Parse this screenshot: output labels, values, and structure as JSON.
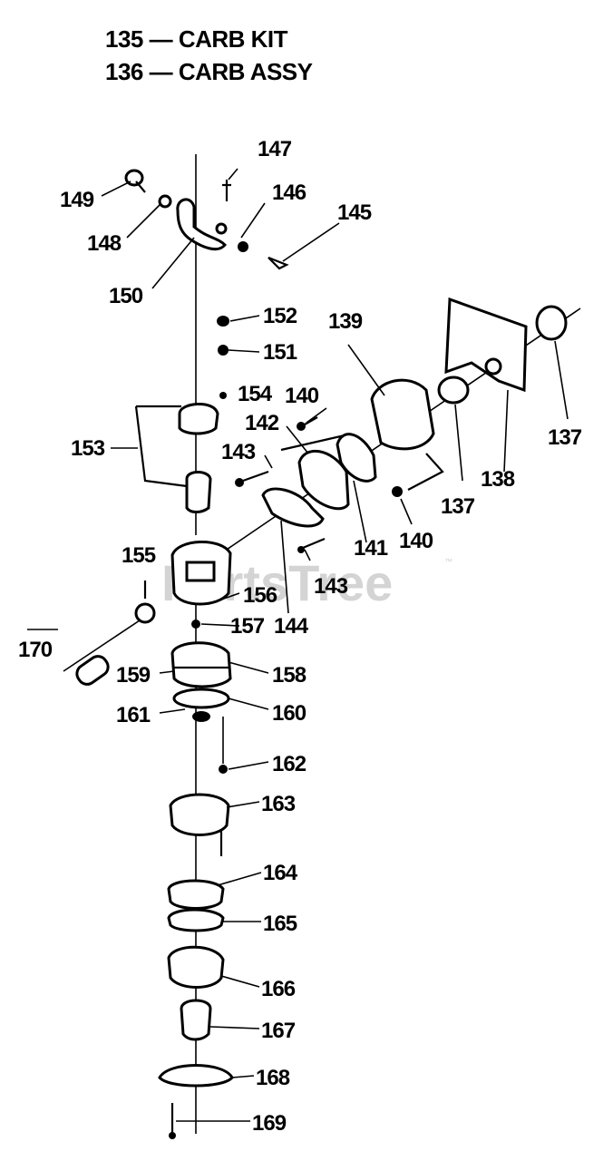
{
  "header": {
    "line1": "135 — CARB KIT",
    "line2": "136 — CARB ASSY"
  },
  "watermark": {
    "text": "PartsTree",
    "tm": "™"
  },
  "labels": [
    "147",
    "149",
    "146",
    "148",
    "145",
    "150",
    "152",
    "151",
    "139",
    "154",
    "140",
    "142",
    "153",
    "143",
    "137",
    "138",
    "137",
    "140",
    "141",
    "143",
    "155",
    "156",
    "157",
    "144",
    "170",
    "159",
    "158",
    "161",
    "160",
    "162",
    "163",
    "164",
    "165",
    "166",
    "167",
    "168",
    "169"
  ]
}
